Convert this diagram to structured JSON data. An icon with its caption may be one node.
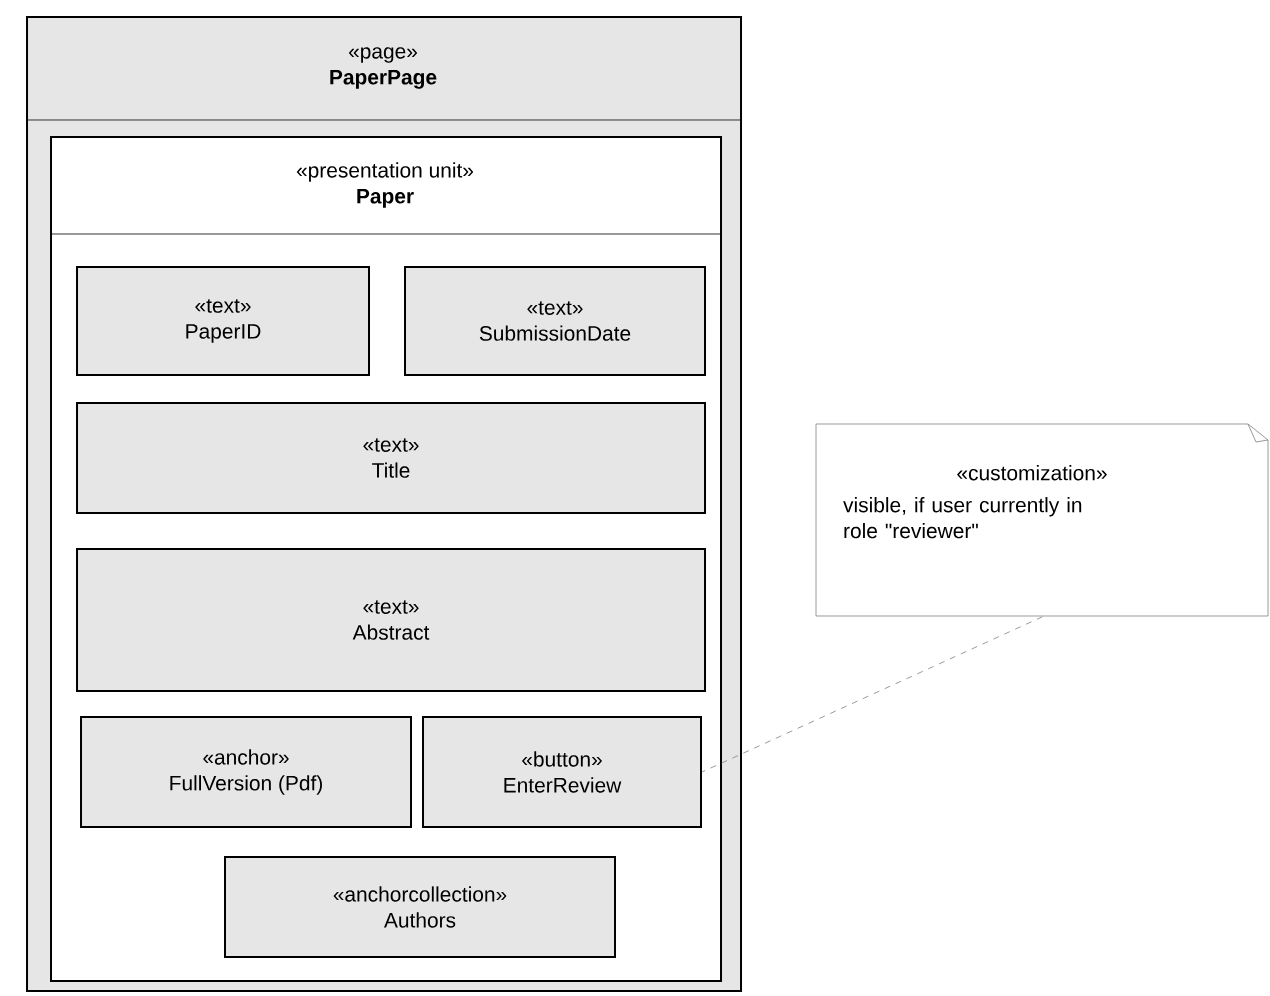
{
  "diagram": {
    "nodes": [
      {
        "text": [
          "«page»",
          "PaperPage"
        ]
      },
      {
        "text": [
          "«presentation unit»",
          "Paper"
        ],
        "in": 0
      },
      {
        "text": [
          "«text»",
          "PaperID"
        ],
        "in": 1
      },
      {
        "text": [
          "«text»",
          "SubmissionDate"
        ],
        "in": 1
      },
      {
        "text": [
          "«text»",
          "Title"
        ],
        "in": 1
      },
      {
        "text": [
          "«text»",
          "Abstract"
        ],
        "in": 1
      },
      {
        "text": [
          "«anchor»",
          "FullVersion (Pdf)"
        ],
        "in": 1
      },
      {
        "text": [
          "«button»",
          "EnterReview"
        ],
        "in": 1
      },
      {
        "text": [
          "«anchorcollection»",
          "Authors"
        ],
        "in": 1
      },
      {
        "text": [
          "«customization»",
          "visible, if user currently in role \"reviewer\""
        ]
      }
    ],
    "edges": [
      {
        "from": 9,
        "to": 7,
        "arrow": "none",
        "style": "dashed"
      }
    ]
  }
}
